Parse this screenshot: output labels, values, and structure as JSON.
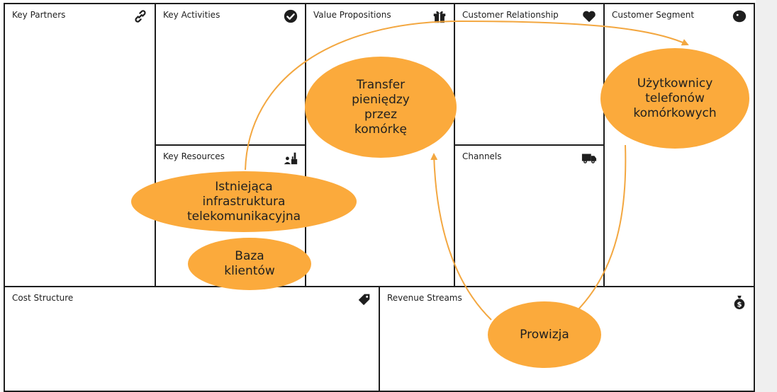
{
  "canvas": {
    "blocks": {
      "key_partners": "Key Partners",
      "key_activities": "Key Activities",
      "key_resources": "Key Resources",
      "value_propositions": "Value Propositions",
      "customer_relationship": "Customer Relationship",
      "channels": "Channels",
      "customer_segment": "Customer Segment",
      "cost_structure": "Cost Structure",
      "revenue_streams": "Revenue Streams"
    },
    "icons": {
      "key_partners": "link-icon",
      "key_activities": "check-circle-icon",
      "key_resources": "factory-worker-icon",
      "value_propositions": "gift-icon",
      "customer_relationship": "heart-icon",
      "channels": "truck-icon",
      "customer_segment": "person-head-icon",
      "cost_structure": "price-tag-icon",
      "revenue_streams": "money-bag-icon"
    }
  },
  "bubbles": {
    "infrastructure": "Istniejąca\ninfrastruktura\ntelekomunikacyjna",
    "customer_base": "Baza\nklientów",
    "value": "Transfer\npieniędzy\nprzez\nkomórkę",
    "segment": "Użytkownicy\ntelefonów\nkomórkowych",
    "revenue": "Prowizja"
  },
  "colors": {
    "bubble": "#fbaa3c",
    "arrow": "#f3a740",
    "border": "#1e1e1e",
    "background": "#ffffff",
    "page": "#efefef"
  }
}
